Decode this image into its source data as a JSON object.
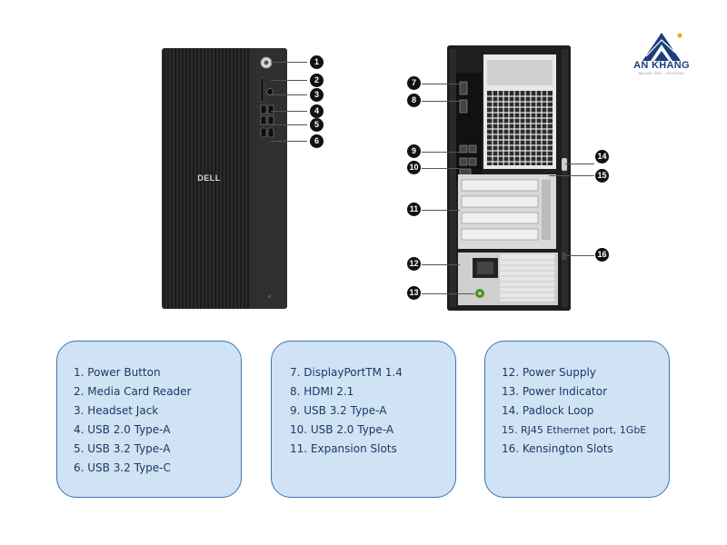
{
  "logo": {
    "brand": "AN KHANG",
    "tagline": "BÁN MÁY TÍNH — PHÍ CÀI ĐẶT",
    "colors": {
      "primary": "#1b3f7a",
      "accent": "#f2a41c"
    }
  },
  "product": {
    "brand_mark": "DELL"
  },
  "callouts": [
    "1",
    "2",
    "3",
    "4",
    "5",
    "6",
    "7",
    "8",
    "9",
    "10",
    "11",
    "12",
    "13",
    "14",
    "15",
    "16"
  ],
  "legend": {
    "box1": [
      "1. Power Button",
      "2. Media Card Reader",
      "3. Headset Jack",
      "4. USB 2.0 Type-A",
      "5. USB 3.2 Type-A",
      "6. USB 3.2 Type-C"
    ],
    "box2": [
      "7. DisplayPortTM 1.4",
      "8. HDMI 2.1",
      "9. USB 3.2 Type-A",
      "10. USB 2.0 Type-A",
      "11. Expansion Slots"
    ],
    "box3": [
      "12. Power Supply",
      "13. Power Indicator",
      "14. Padlock Loop",
      "15. RJ45 Ethernet port, 1GbE",
      "16. Kensington Slots"
    ]
  },
  "colors": {
    "box_fill": "#cfe3f5",
    "box_border": "#3b72b4",
    "text": "#1d3864",
    "callout": "#111111"
  }
}
